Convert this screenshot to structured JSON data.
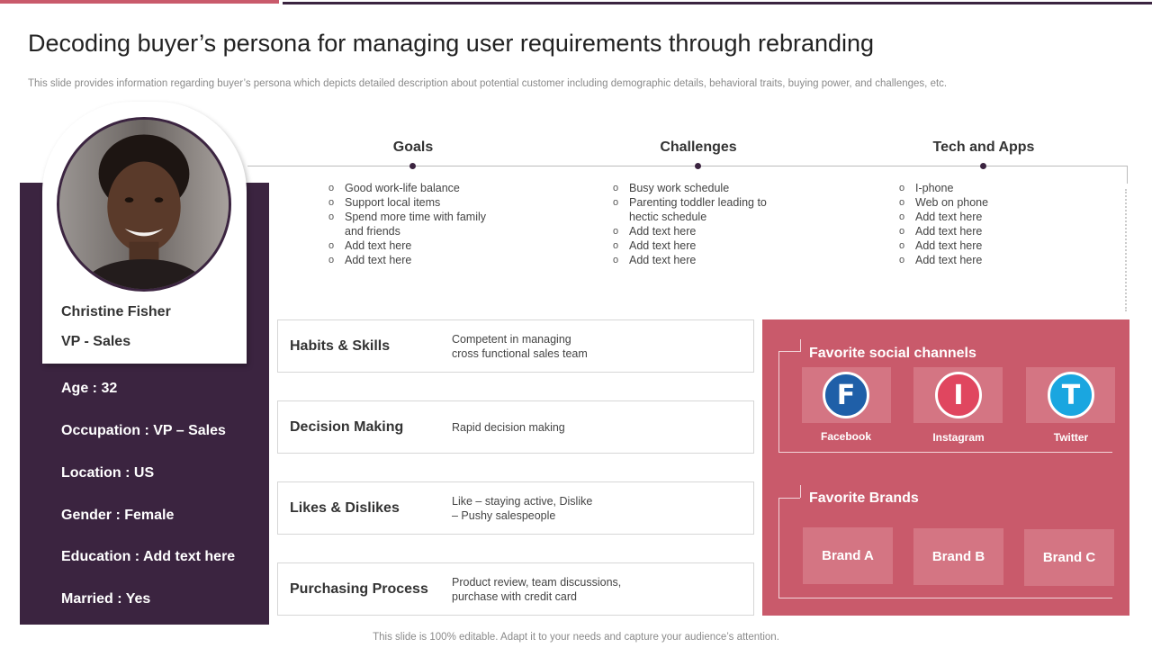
{
  "title": "Decoding buyer’s persona for managing user requirements through rebranding",
  "subtitle": "This slide provides information regarding buyer’s persona which depicts detailed description about potential customer including demographic details, behavioral traits, buying power, and challenges, etc.",
  "footer": "This slide is 100% editable. Adapt it to your needs and capture your audience’s attention.",
  "profile": {
    "name": "Christine Fisher",
    "role": "VP  - Sales",
    "attributes": [
      "Age : 32",
      "Occupation : VP – Sales",
      "Location : US",
      "Gender : Female",
      "Education : Add text here",
      "Married : Yes"
    ]
  },
  "columns": [
    {
      "heading": "Goals",
      "items": [
        "Good work-life balance",
        "Support local items",
        "Spend more time with family",
        "and friends",
        "Add text here",
        "Add text here"
      ]
    },
    {
      "heading": "Challenges",
      "items": [
        "Busy work schedule",
        "Parenting toddler leading to",
        "hectic schedule",
        "Add text here",
        "Add text here",
        "Add text here"
      ]
    },
    {
      "heading": "Tech and Apps",
      "items": [
        "I-phone",
        "Web on phone",
        "Add text here",
        "Add text here",
        "Add text here",
        "Add text here"
      ]
    }
  ],
  "traits": [
    {
      "label": "Habits & Skills",
      "text": "Competent in managing\ncross functional  sales team"
    },
    {
      "label": "Decision Making",
      "text": "Rapid decision making"
    },
    {
      "label": "Likes & Dislikes",
      "text": "Like – staying active, Dislike\n – Pushy salespeople"
    },
    {
      "label": "Purchasing Process",
      "text": "Product review,  team discussions,\npurchase with credit card"
    }
  ],
  "social": {
    "title": "Favorite social channels",
    "channels": [
      {
        "letter": "F",
        "label": "Facebook",
        "icon": "facebook-icon",
        "color": "#1f5fa8"
      },
      {
        "letter": "I",
        "label": "Instagram",
        "icon": "instagram-icon",
        "color": "#e0465f"
      },
      {
        "letter": "T",
        "label": "Twitter",
        "icon": "twitter-icon",
        "color": "#1aa6e0"
      }
    ]
  },
  "brands": {
    "title": "Favorite Brands",
    "items": [
      "Brand A",
      "Brand B",
      "Brand C"
    ]
  },
  "colors": {
    "accent_dark": "#3b2440",
    "accent_pink": "#c95a6b"
  }
}
